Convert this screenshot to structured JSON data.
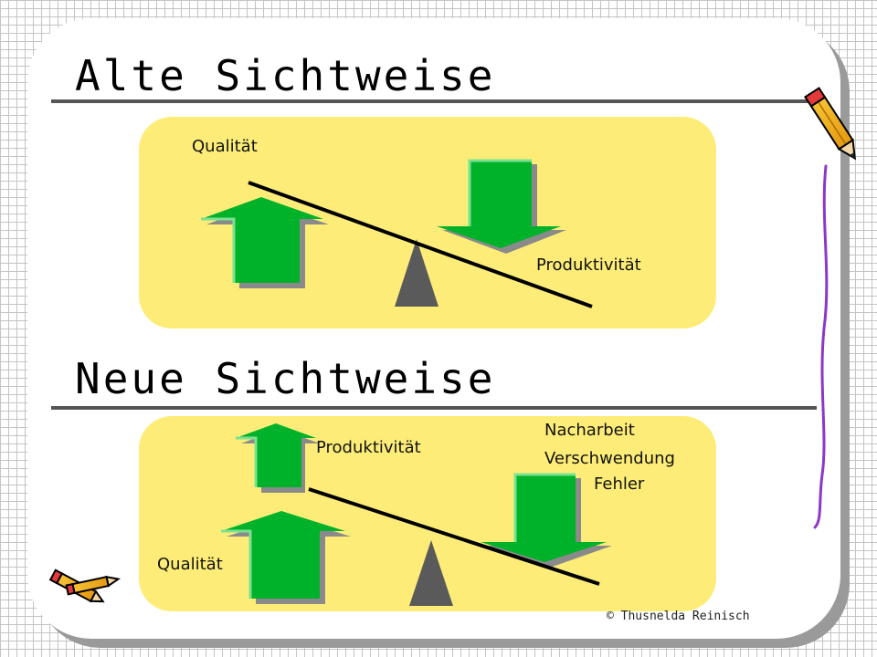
{
  "slide": {
    "title_old": "Alte Sichtweise",
    "title_new": "Neue Sichtweise",
    "copyright": "© Thusnelda Reinisch"
  },
  "old_view": {
    "label_quality": "Qualität",
    "label_productivity": "Produktivität"
  },
  "new_view": {
    "label_productivity": "Produktivität",
    "label_rework": "Nacharbeit",
    "label_waste": "Verschwendung",
    "label_errors": "Fehler",
    "label_quality": "Qualität"
  },
  "colors": {
    "panel": "#fded78",
    "arrow": "#00b22a",
    "arrow_shadow": "#8a8a8a",
    "fulcrum": "#5a5a5a",
    "pencil": "#f6c233"
  },
  "icons": [
    "pencil-icon",
    "crossed-pencils-icon"
  ]
}
